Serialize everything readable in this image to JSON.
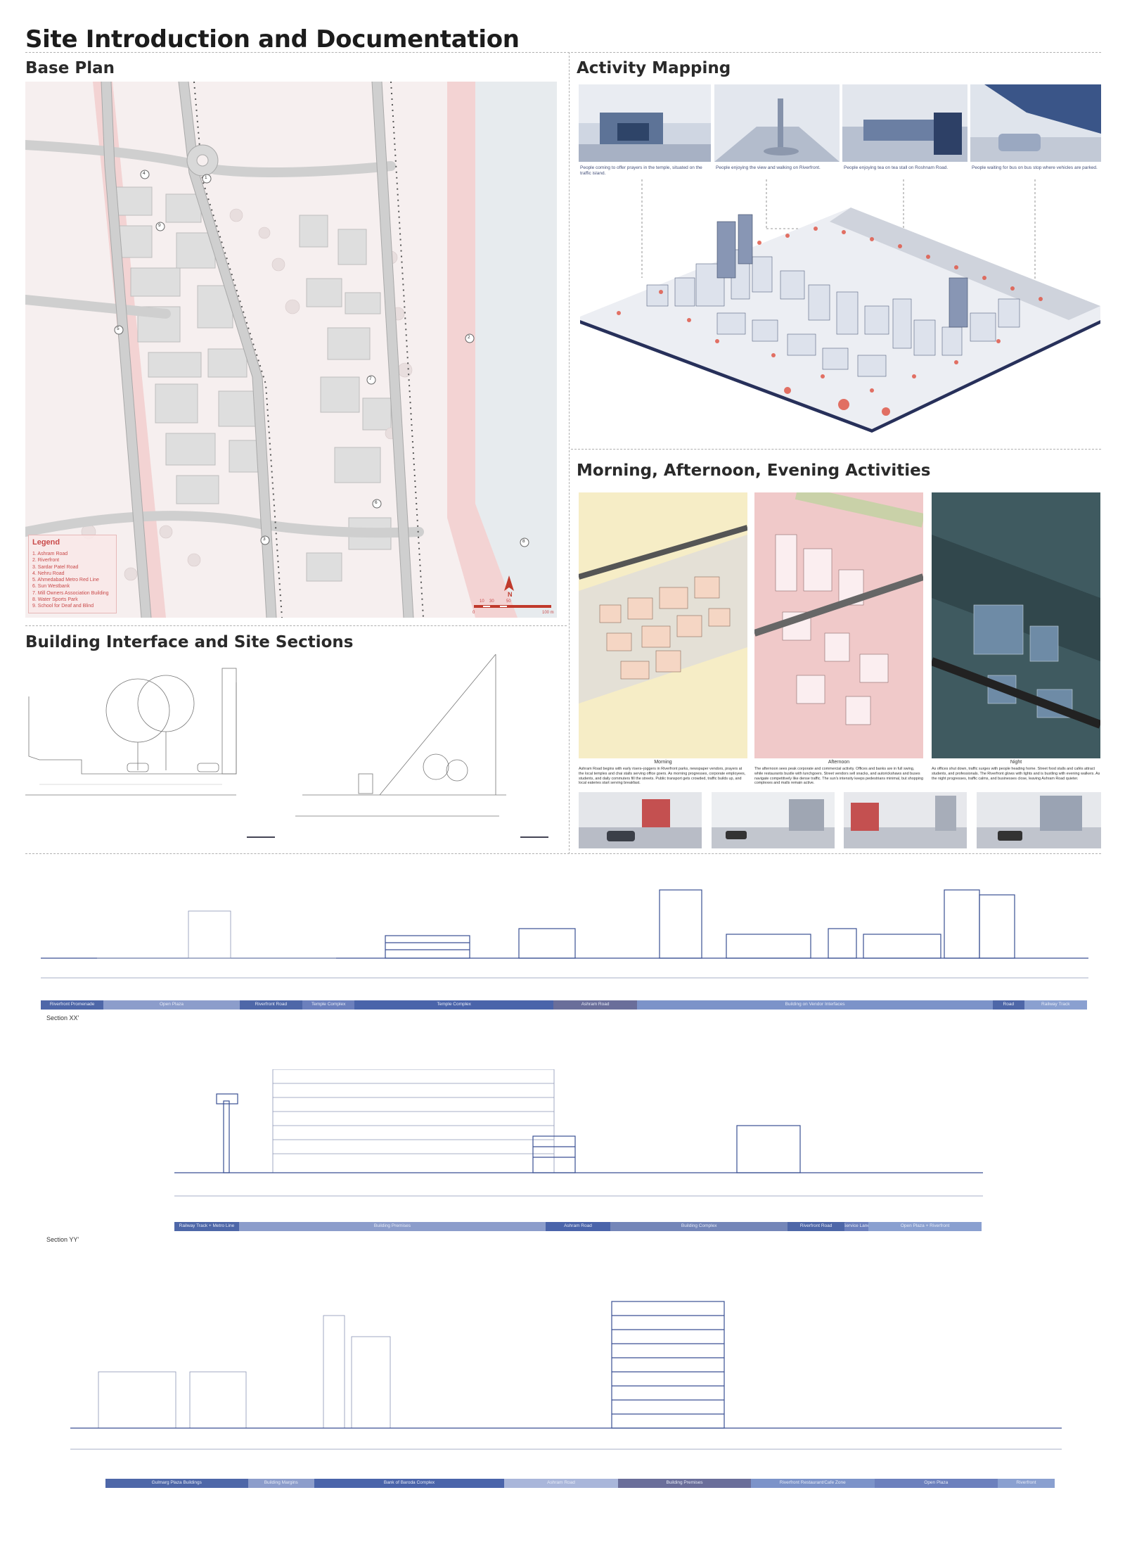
{
  "page": {
    "title": "Site Introduction and Documentation"
  },
  "base_plan": {
    "title": "Base Plan",
    "legend_title": "Legend",
    "legend": [
      "1. Ashram Road",
      "2. Riverfront",
      "3. Sardar Patel Road",
      "4. Nehru Road",
      "5. Ahmedabad Metro Red Line",
      "6. Sun Westbank",
      "7. Mill Owners Association Building",
      "8. Water Sports Park",
      "9. School for Deaf and Blind"
    ],
    "north_label": "N",
    "scale_labels": [
      "0",
      "10",
      "30",
      "50",
      "100 m"
    ],
    "markers": [
      "1",
      "2",
      "3",
      "4",
      "5",
      "6",
      "7",
      "8",
      "9"
    ]
  },
  "activity_mapping": {
    "title": "Activity Mapping",
    "captions": [
      "People coming to offer prayers in the temple, situated on the traffic island.",
      "People enjoying the view and walking on Riverfront.",
      "People enjoying tea on tea stall on Roshnam Road.",
      "People waiting for bus on bus stop where vehicles are parked."
    ]
  },
  "daily_activities": {
    "title": "Morning, Afternoon, Evening Activities",
    "panels": [
      {
        "label": "Morning",
        "text": "Ashram Road begins with early risers–joggers in Riverfront parks, newspaper vendors, prayers at the local temples and chai stalls serving office goers. As morning progresses, corporate employees, students, and daily commuters fill the streets. Public transport gets crowded, traffic builds up, and local eateries start serving breakfast.",
        "color": "#f6edc6"
      },
      {
        "label": "Afternoon",
        "text": "The afternoon sees peak corporate and commercial activity. Offices and banks are in full swing, while restaurants bustle with lunchgoers. Street vendors sell snacks, and autorickshaws and buses navigate competitively like dense traffic. The sun's intensity keeps pedestrians minimal, but shopping complexes and malls remain active.",
        "color": "#f0c9c9"
      },
      {
        "label": "Night",
        "text": "As offices shut down, traffic surges with people heading home. Street food stalls and cafés attract students, and professionals. The Riverfront glows with lights and is bustling with evening walkers. As the night progresses, traffic calms, and businesses close, leaving Ashram Road quieter.",
        "color": "#3f5a60"
      }
    ]
  },
  "building_interface": {
    "title": "Building Interface and Site Sections"
  },
  "sections": [
    {
      "label": "Section XX'",
      "bands": [
        {
          "text": "Riverfront Promenade",
          "color": "#4e67a8",
          "w": 6
        },
        {
          "text": "Open Plaza",
          "color": "#8c9dcb",
          "w": 13
        },
        {
          "text": "Riverfront Road",
          "color": "#4e67a8",
          "w": 6
        },
        {
          "text": "Temple Complex",
          "color": "#6c80bd",
          "w": 5
        },
        {
          "text": "Temple Complex",
          "color": "#4a64aa",
          "w": 19
        },
        {
          "text": "Ashram Road",
          "color": "#6a6e9a",
          "w": 8
        },
        {
          "text": "Building on Vendor Interfaces",
          "color": "#7c93c9",
          "w": 34
        },
        {
          "text": "Road",
          "color": "#4e67a8",
          "w": 3
        },
        {
          "text": "Railway Track",
          "color": "#8aa0d0",
          "w": 6
        }
      ]
    },
    {
      "label": "Section YY'",
      "bands": [
        {
          "text": "Railway Track + Metro Line",
          "color": "#4e67a8",
          "w": 8
        },
        {
          "text": "Building Premises",
          "color": "#8c9dcb",
          "w": 38
        },
        {
          "text": "Ashram Road",
          "color": "#4a64aa",
          "w": 8
        },
        {
          "text": "Building Complex",
          "color": "#7486b8",
          "w": 22
        },
        {
          "text": "Riverfront Road",
          "color": "#4e67a8",
          "w": 7
        },
        {
          "text": "Service Lane",
          "color": "#6c80bd",
          "w": 3
        },
        {
          "text": "Open Plaza + Riverfront",
          "color": "#8aa0d0",
          "w": 14
        }
      ]
    },
    {
      "label": "",
      "bands": [
        {
          "text": "Gulmarg Plaza Buildings",
          "color": "#4e67a8",
          "w": 15
        },
        {
          "text": "Building Margins",
          "color": "#8c9dcb",
          "w": 7
        },
        {
          "text": "Bank of Baroda Complex",
          "color": "#4a64aa",
          "w": 20
        },
        {
          "text": "Ashram Road",
          "color": "#a9b6da",
          "w": 12
        },
        {
          "text": "Building Premises",
          "color": "#6a6e9a",
          "w": 14
        },
        {
          "text": "Riverfront Restaurant/Cafe Zone",
          "color": "#7c93c9",
          "w": 13
        },
        {
          "text": "Open Plaza",
          "color": "#6c80bd",
          "w": 13
        },
        {
          "text": "Riverfront",
          "color": "#8aa0d0",
          "w": 6
        }
      ]
    }
  ]
}
